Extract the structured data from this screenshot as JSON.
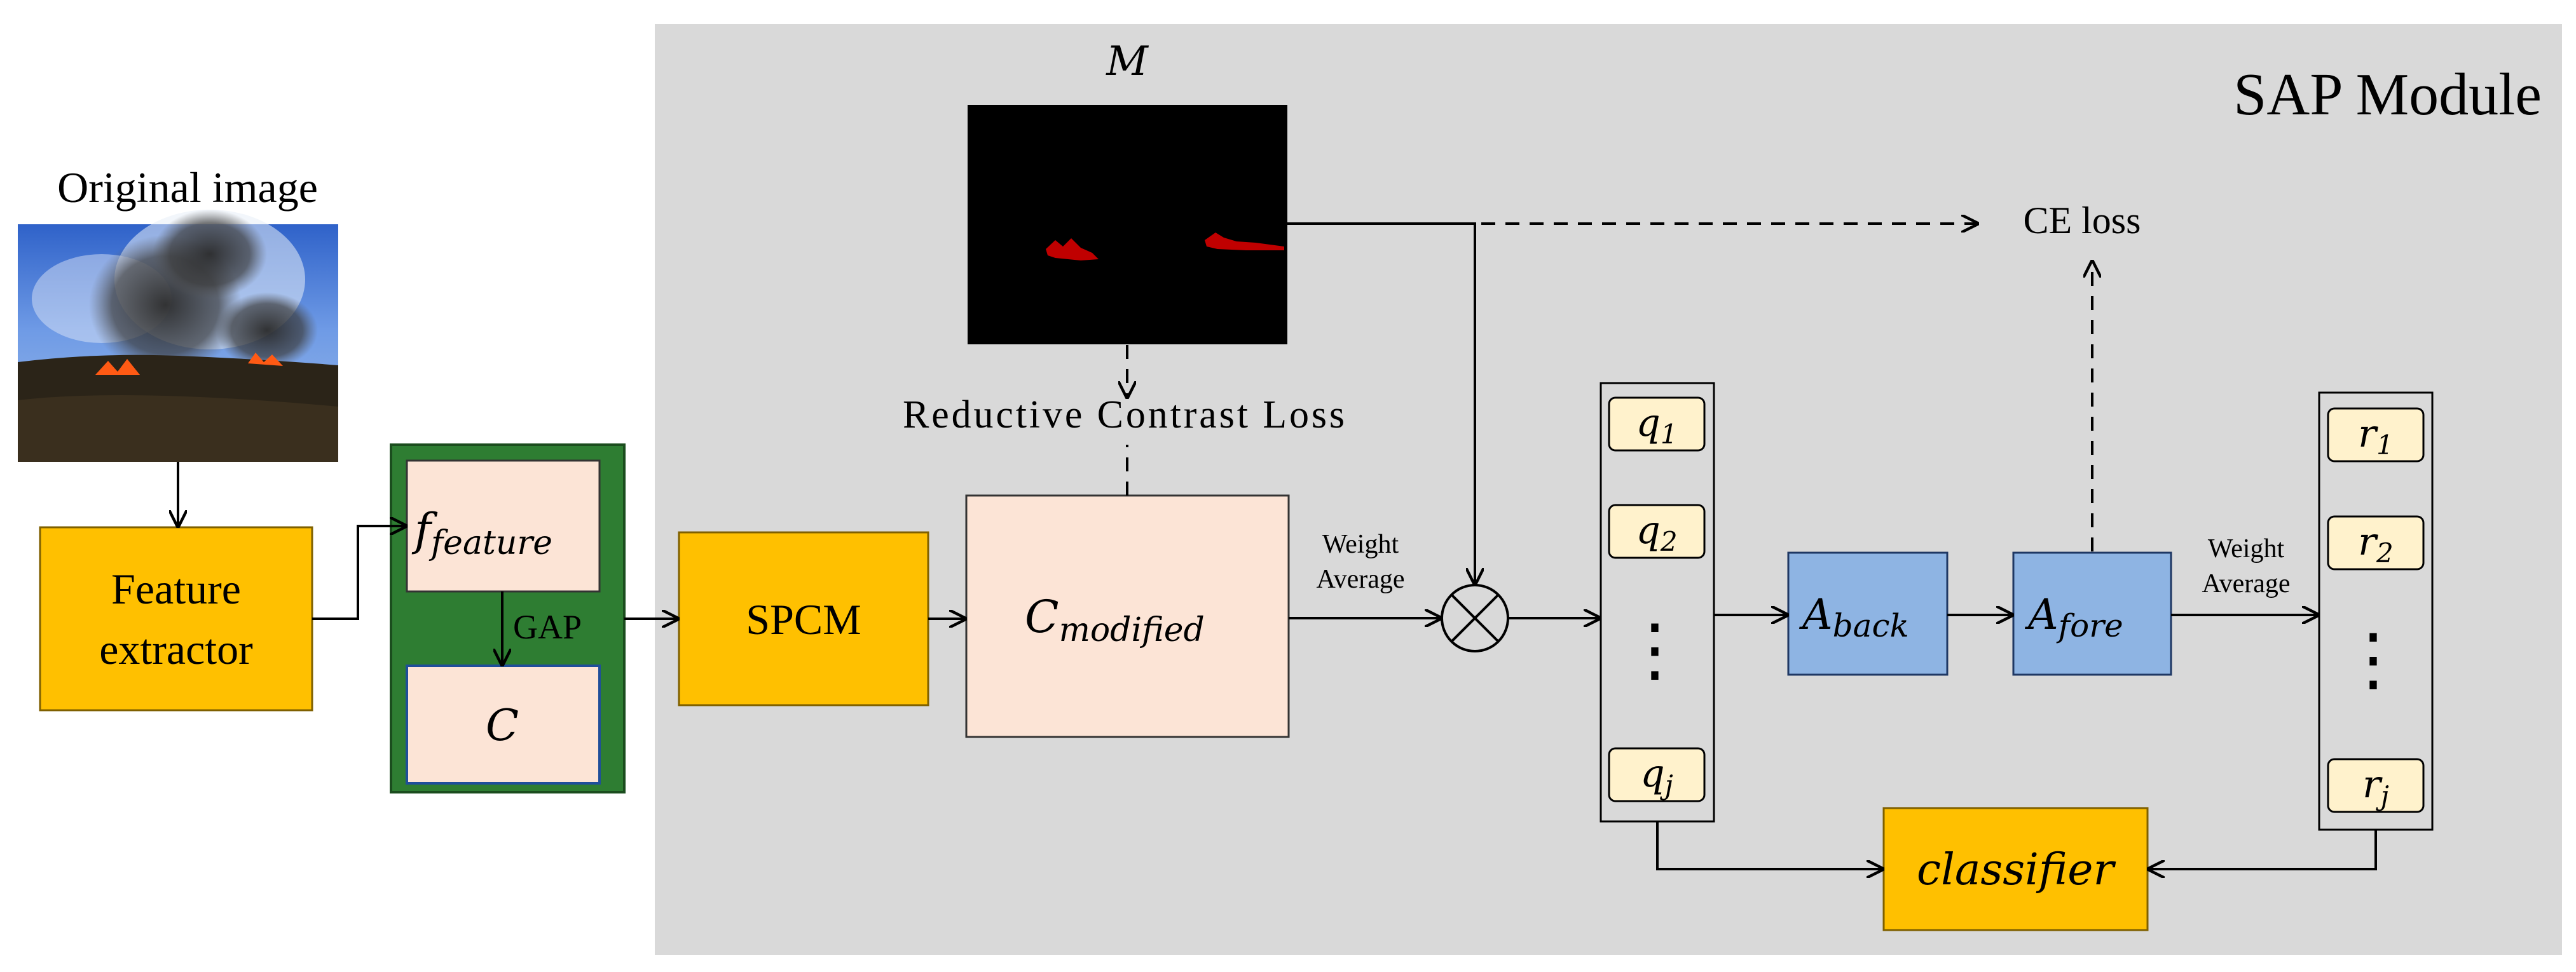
{
  "module": {
    "title": "SAP Module",
    "bg_color": "#d9d9d9"
  },
  "input": {
    "label": "Original image"
  },
  "feature_extractor": {
    "line1": "Feature",
    "line2": "extractor",
    "color": "#ffc000"
  },
  "feature_group": {
    "f_main": "f",
    "f_sub": "feature",
    "gap_label": "GAP",
    "c_label": "C",
    "border_color": "#2e7d32",
    "box_color": "#fce4d6"
  },
  "spcm": {
    "label": "SPCM",
    "color": "#ffc000"
  },
  "c_modified": {
    "main": "C",
    "sub": "modified",
    "color": "#fce4d6"
  },
  "mask": {
    "label": "M"
  },
  "losses": {
    "reductive": "Reductive Contrast Loss",
    "ce": "CE loss"
  },
  "weight_average_1": {
    "line1": "Weight",
    "line2": "Average"
  },
  "weight_average_2": {
    "line1": "Weight",
    "line2": "Average"
  },
  "multiply": {
    "symbol": "⊗"
  },
  "q_tokens": [
    {
      "main": "q",
      "sub": "1"
    },
    {
      "main": "q",
      "sub": "2"
    },
    {
      "main": "q",
      "sub": "j"
    }
  ],
  "r_tokens": [
    {
      "main": "r",
      "sub": "1"
    },
    {
      "main": "r",
      "sub": "2"
    },
    {
      "main": "r",
      "sub": "j"
    }
  ],
  "ellipsis": "⋮",
  "a_back": {
    "main": "A",
    "sub": "back",
    "color": "#8eb4e3"
  },
  "a_fore": {
    "main": "A",
    "sub": "fore",
    "color": "#8eb4e3"
  },
  "classifier": {
    "label": "classifier",
    "color": "#ffc000"
  }
}
